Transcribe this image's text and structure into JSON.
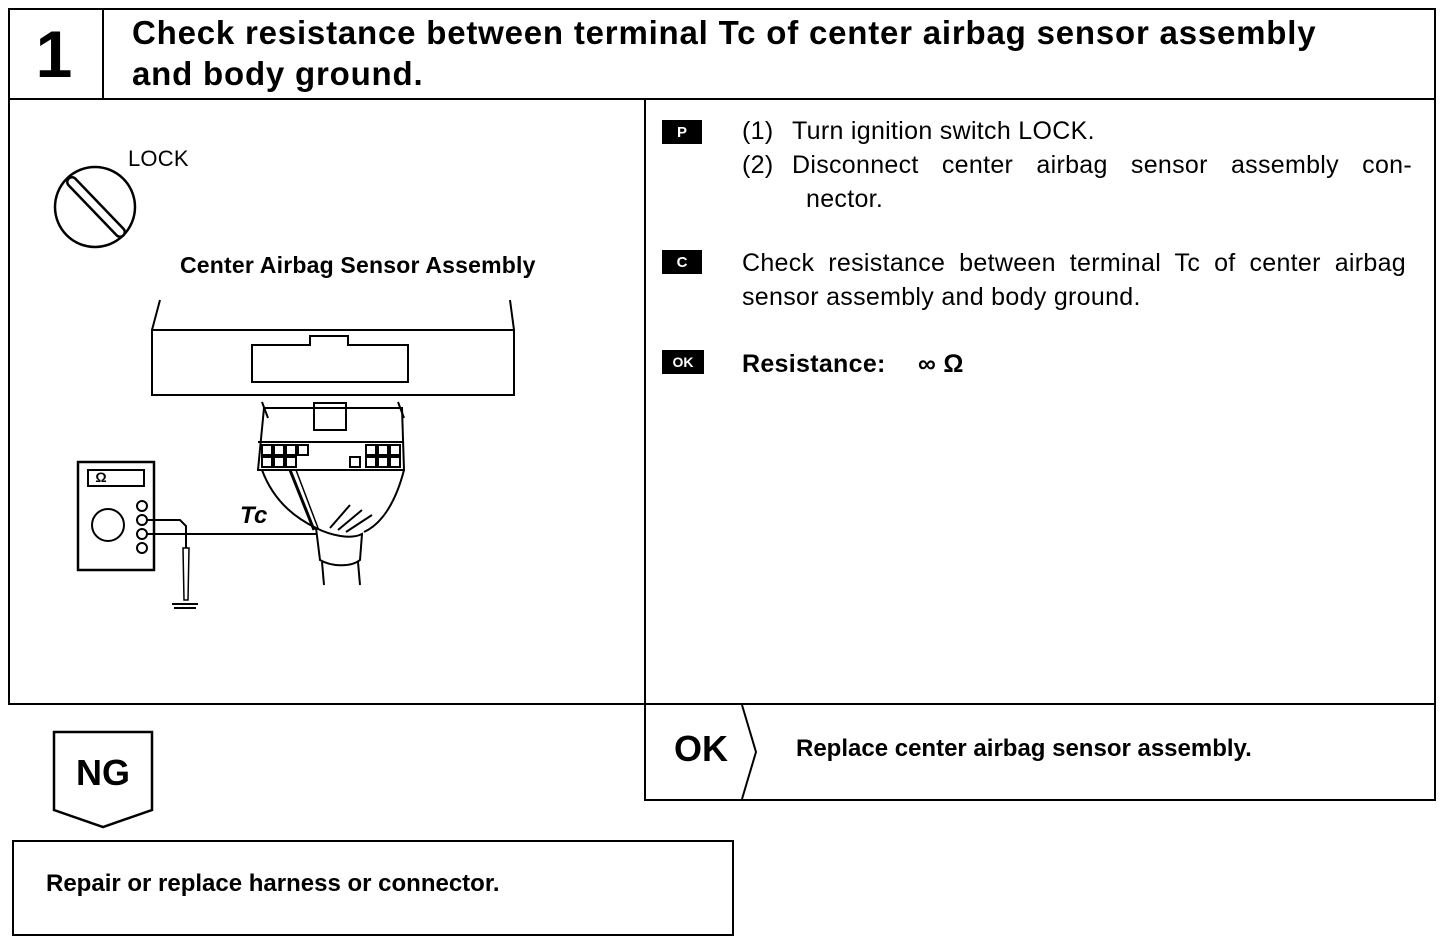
{
  "header": {
    "step_number": "1",
    "title": "Check resistance between terminal Tc of center airbag sensor assembly\nand body ground."
  },
  "illustration": {
    "lock_label": "LOCK",
    "assembly_label": "Center Airbag Sensor Assembly",
    "meter_symbol": "Ω",
    "terminal_label": "Tc"
  },
  "instructions": {
    "prep_tag": "P",
    "steps": [
      {
        "num": "(1)",
        "text": "Turn ignition switch LOCK."
      },
      {
        "num": "(2)",
        "text": "Disconnect center airbag sensor assembly con-",
        "continuation": "nector."
      }
    ],
    "check_tag": "C",
    "check_text": "Check resistance between terminal Tc of center airbag sensor assembly and body ground.",
    "ok_tag": "OK",
    "resistance_label": "Resistance:",
    "resistance_value": "∞ Ω"
  },
  "result_ok": {
    "label": "OK",
    "action": "Replace center airbag sensor assembly."
  },
  "result_ng": {
    "label": "NG",
    "action": "Repair or replace harness or connector."
  }
}
